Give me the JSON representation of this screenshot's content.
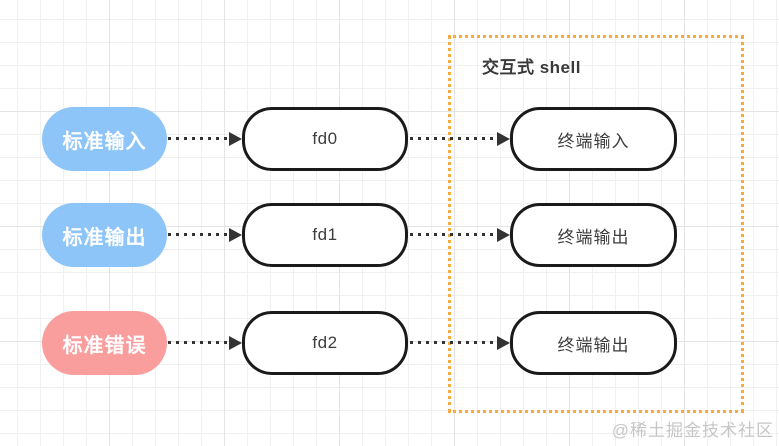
{
  "shell": {
    "title": "交互式 shell",
    "border_color": "#f6ab3c"
  },
  "rows": [
    {
      "source": {
        "label": "标准输入",
        "color": "#8ec5f8"
      },
      "fd": {
        "label": "fd0"
      },
      "terminal": {
        "label": "终端输入"
      }
    },
    {
      "source": {
        "label": "标准输出",
        "color": "#8ec5f8"
      },
      "fd": {
        "label": "fd1"
      },
      "terminal": {
        "label": "终端输出"
      }
    },
    {
      "source": {
        "label": "标准错误",
        "color": "#fa9d9d"
      },
      "fd": {
        "label": "fd2"
      },
      "terminal": {
        "label": "终端输出"
      }
    }
  ],
  "colors": {
    "source_blue": "#8ec5f8",
    "source_pink": "#fa9d9d",
    "node_border": "#1a1a1a",
    "arrow": "#333333",
    "shell_border": "#f6ab3c",
    "node_text": "#3d3d3d",
    "watermark_text": "#c6c6c6"
  },
  "watermark": "@稀土掘金技术社区"
}
